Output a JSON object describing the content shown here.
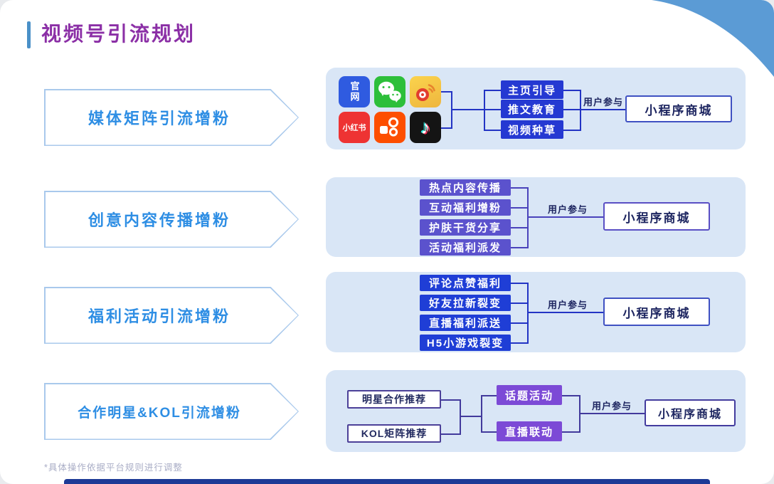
{
  "page": {
    "title": "视频号引流规划",
    "footnote": "*具体操作依据平台规则进行调整"
  },
  "labels": {
    "user_participation": "用户参与",
    "mini_program_mall": "小程序商城"
  },
  "colors": {
    "title": "#8b2fa6",
    "title_bar": "#4a90c8",
    "arrow_text": "#2e8ee4",
    "panel_bg": "#d9e6f6",
    "blue_node": "#2539d2",
    "indigo_node": "#5b52cd",
    "purple_node": "#7c4ad6",
    "connector": "#2334c4",
    "navy_text": "#1d2560",
    "bottom_bar": "#1d3a96",
    "corner_swoosh": "#5b9bd5"
  },
  "rows": [
    {
      "stage": "媒体矩阵引流增粉",
      "icons": [
        {
          "name": "guanwang-icon",
          "label": "官网"
        },
        {
          "name": "wechat-icon"
        },
        {
          "name": "weibo-icon"
        },
        {
          "name": "xiaohongshu-icon",
          "label": "小红书"
        },
        {
          "name": "kuaishou-icon"
        },
        {
          "name": "douyin-icon",
          "glyph": "♪"
        }
      ],
      "nodes": [
        "主页引导",
        "推文教育",
        "视频种草"
      ]
    },
    {
      "stage": "创意内容传播增粉",
      "nodes": [
        "热点内容传播",
        "互动福利增粉",
        "护肤干货分享",
        "活动福利派发"
      ]
    },
    {
      "stage": "福利活动引流增粉",
      "nodes": [
        "评论点赞福利",
        "好友拉新裂变",
        "直播福利派送",
        "H5小游戏裂变"
      ]
    },
    {
      "stage": "合作明星&KOL引流增粉",
      "source_nodes": [
        "明星合作推荐",
        "KOL矩阵推荐"
      ],
      "nodes": [
        "话题活动",
        "直播联动"
      ]
    }
  ]
}
